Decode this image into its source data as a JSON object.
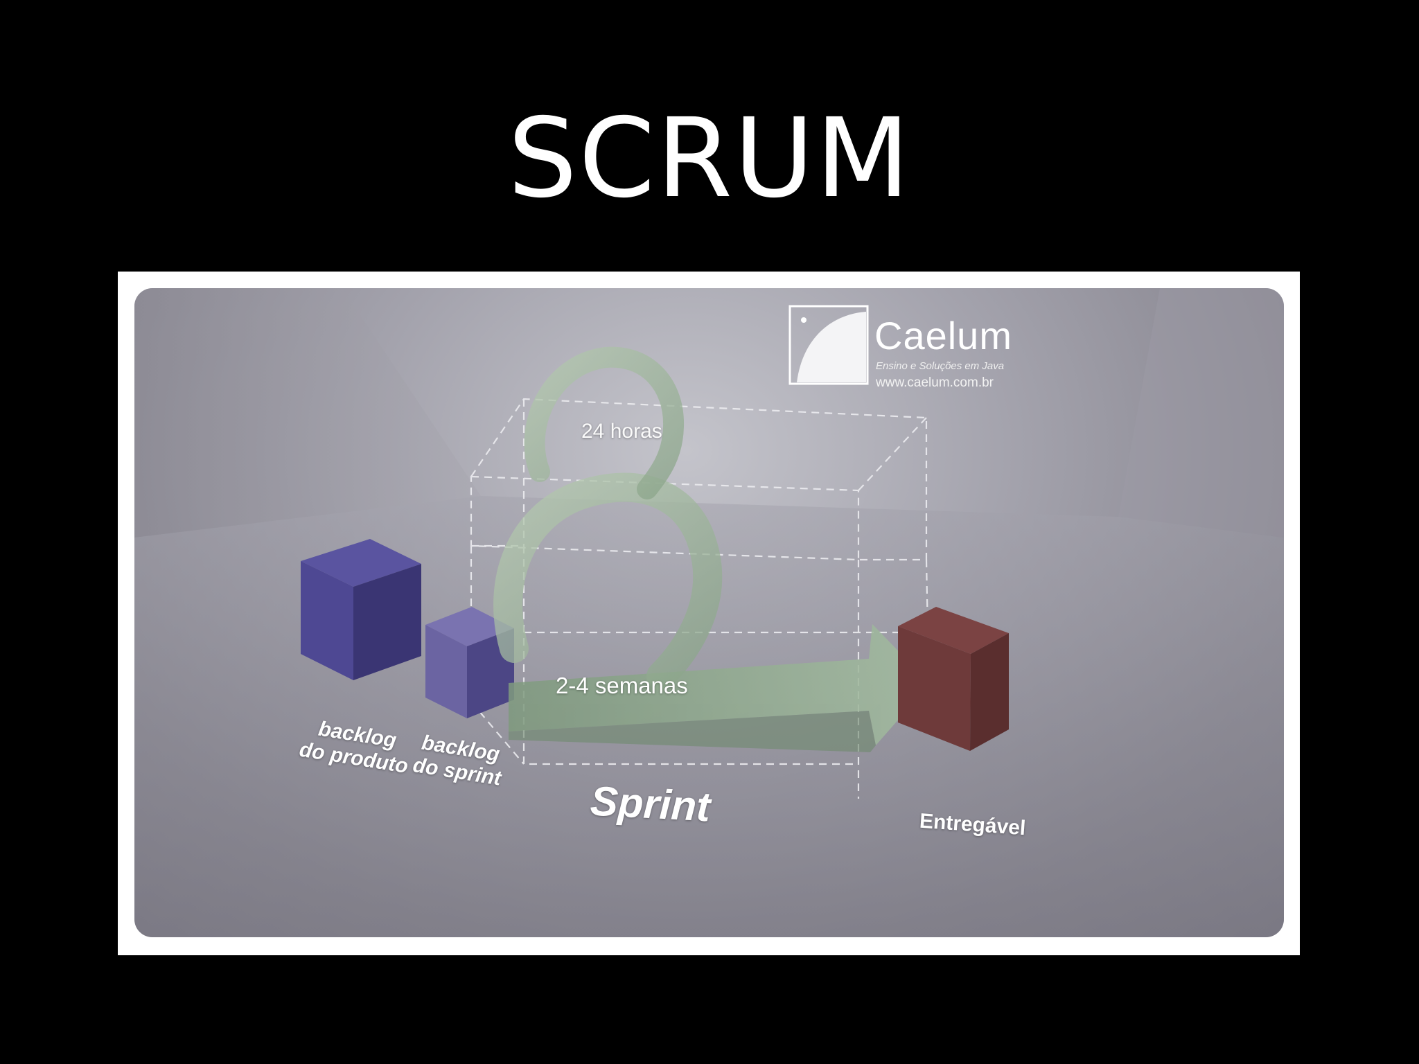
{
  "slide": {
    "title": "SCRUM"
  },
  "diagram": {
    "labels": {
      "daily": "24 horas",
      "sprint_length": "2-4 semanas",
      "sprint": "Sprint",
      "product_backlog_line1": "backlog",
      "product_backlog_line2": "do produto",
      "sprint_backlog_line1": "backlog",
      "sprint_backlog_line2": "do sprint",
      "deliverable": "Entregável"
    },
    "colors": {
      "product_backlog_cube": "#4e4893",
      "sprint_backlog_cube": "#6b64a2",
      "deliverable_cube": "#6e3a3a",
      "arrow": "#8ea98c"
    }
  },
  "logo": {
    "name": "Caelum",
    "tagline": "Ensino e Soluções em Java",
    "url": "www.caelum.com.br"
  }
}
